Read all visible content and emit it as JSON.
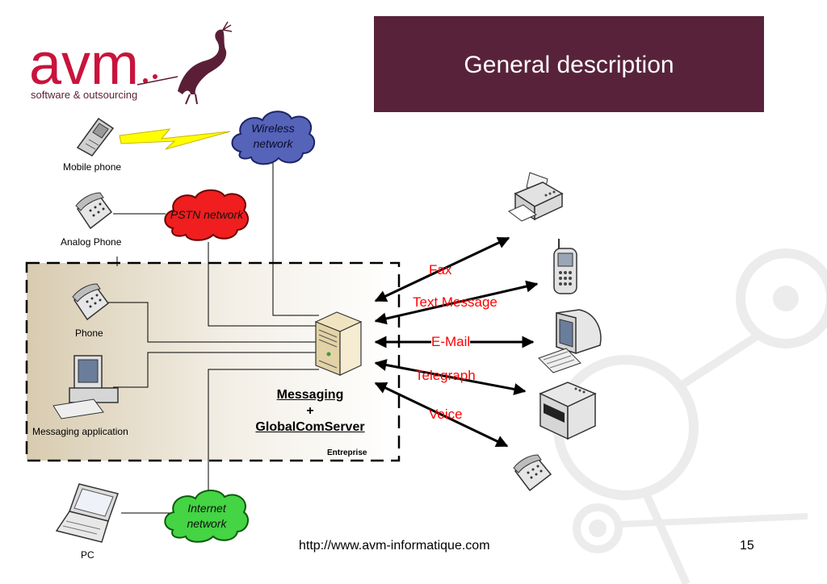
{
  "title": "General description",
  "logo": {
    "text": "avm",
    "tagline": "software & outsourcing"
  },
  "clouds": {
    "wireless": "Wireless network",
    "wireless_l1": "Wireless",
    "wireless_l2": "network",
    "pstn": "PSTN network",
    "internet_l1": "Internet",
    "internet_l2": "network"
  },
  "devices": {
    "mobile_phone": "Mobile phone",
    "analog_phone": "Analog Phone",
    "phone": "Phone",
    "messaging_app": "Messaging application",
    "pc": "PC"
  },
  "server": {
    "line1": "Messaging",
    "line2": "+",
    "line3": "GlobalComServer"
  },
  "enterprise_label": "Entreprise",
  "channels": {
    "fax": "Fax",
    "text_message": "Text Message",
    "email": "E-Mail",
    "telegraph": "Telegraph",
    "voice": "Voice"
  },
  "footer": {
    "url": "http://www.avm-informatique.com",
    "page": "15"
  },
  "colors": {
    "title_bg": "#58233a",
    "logo": "#c8143c",
    "wireless_cloud": "#5563b8",
    "pstn_cloud": "#f01e1e",
    "internet_cloud": "#44d444",
    "channel_text": "#ff0000"
  }
}
